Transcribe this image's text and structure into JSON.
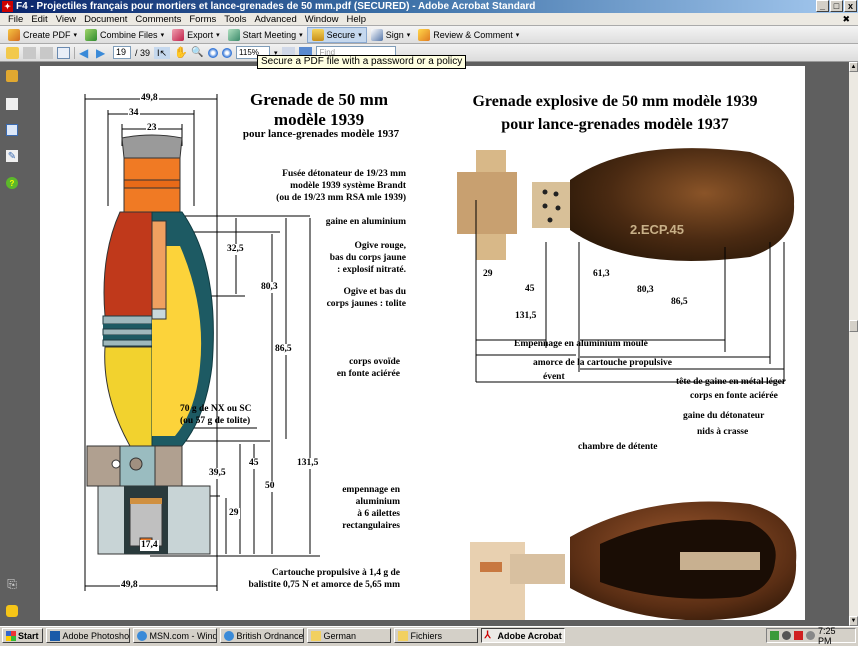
{
  "window": {
    "title": "F4 - Projectiles français pour mortiers et lance-grenades de 50 mm.pdf (SECURED) - Adobe Acrobat Standard",
    "controls": [
      "_",
      "□",
      "x"
    ]
  },
  "menu": [
    "File",
    "Edit",
    "View",
    "Document",
    "Comments",
    "Forms",
    "Tools",
    "Advanced",
    "Window",
    "Help"
  ],
  "toolbar": {
    "create_pdf": "Create PDF",
    "combine_files": "Combine Files",
    "export": "Export",
    "start_meeting": "Start Meeting",
    "secure": "Secure",
    "sign": "Sign",
    "review_comment": "Review & Comment"
  },
  "nav": {
    "current_page": "19",
    "total_pages": "/ 39",
    "zoom": "115%",
    "find_placeholder": "Find"
  },
  "tooltip": "Secure a PDF file with a password or a policy",
  "left_panel_icons": [
    "lock-icon",
    "pages-icon",
    "bookmarks-icon",
    "signatures-icon",
    "help-icon",
    "attachment-icon",
    "comments-icon"
  ],
  "document": {
    "left": {
      "title_line1": "Grenade de 50 mm",
      "title_line2": "modèle 1939",
      "subtitle": "pour lance-grenades modèle 1937",
      "fuse_label": [
        "Fusée détonateur de 19/23 mm",
        "modèle 1939 système Brandt",
        "(ou de 19/23 mm RSA mle 1939)"
      ],
      "gaine_label": "gaine en aluminium",
      "ogive_rouge": [
        "Ogive rouge,",
        "bas du corps jaune",
        ": explosif nitraté."
      ],
      "ogive_jaune": [
        "Ogive et bas du",
        "corps jaunes : tolite"
      ],
      "corps_label": [
        "corps ovoïde",
        "en fonte aciérée"
      ],
      "charge_label": [
        "70 g de NX ou SC",
        "(ou 57 g de tolite)"
      ],
      "empennage_label": [
        "empennage en",
        "aluminium",
        "à 6 ailettes",
        "rectangulaires"
      ],
      "cartouche_label": [
        "Cartouche propulsive à 1,4 g de",
        "balistite 0,75 N et amorce de 5,65 mm"
      ],
      "dims": {
        "top_width": "49,8",
        "mid_width": "34",
        "fuse_width": "23",
        "h32": "32,5",
        "h80": "80,3",
        "h86": "86,5",
        "h131": "131,5",
        "h39": "39,5",
        "h45": "45",
        "h50": "50",
        "h29": "29",
        "cart_width": "17,4",
        "base_width": "49,8"
      }
    },
    "right": {
      "title_line1": "Grenade explosive de 50 mm modèle 1939",
      "title_line2": "pour lance-grenades modèle 1937",
      "photo_marking": "2.ECP.45",
      "dims": {
        "d29": "29",
        "d45": "45",
        "d61": "61,3",
        "d80": "80,3",
        "d86": "86,5",
        "d131": "131,5"
      },
      "callouts": {
        "empennage": "Empennage en aluminium moulé",
        "amorce": "amorce de la cartouche propulsive",
        "event": "évent",
        "chambre": "chambre de détente",
        "tete": "tête de gaine en métal léger",
        "corps": "corps en fonte aciérée",
        "gaine": "gaine du détonateur",
        "nids": "nids à crasse"
      }
    }
  },
  "taskbar": {
    "start": "Start",
    "tasks": [
      {
        "label": "Adobe Photoshop",
        "active": false
      },
      {
        "label": "MSN.com - Windo...",
        "active": false
      },
      {
        "label": "British Ordnance C...",
        "active": false
      },
      {
        "label": "German",
        "active": false
      },
      {
        "label": "Fichiers",
        "active": false
      },
      {
        "label": "Adobe Acrobat ...",
        "active": true
      }
    ],
    "clock": "7:25 PM"
  },
  "colors": {
    "red_ogive": "#c0391b",
    "yellow_body": "#f2d22e",
    "teal_shell": "#1d5a63",
    "orange_fuse": "#f07a24",
    "bronze_photo": "#5a3418"
  }
}
